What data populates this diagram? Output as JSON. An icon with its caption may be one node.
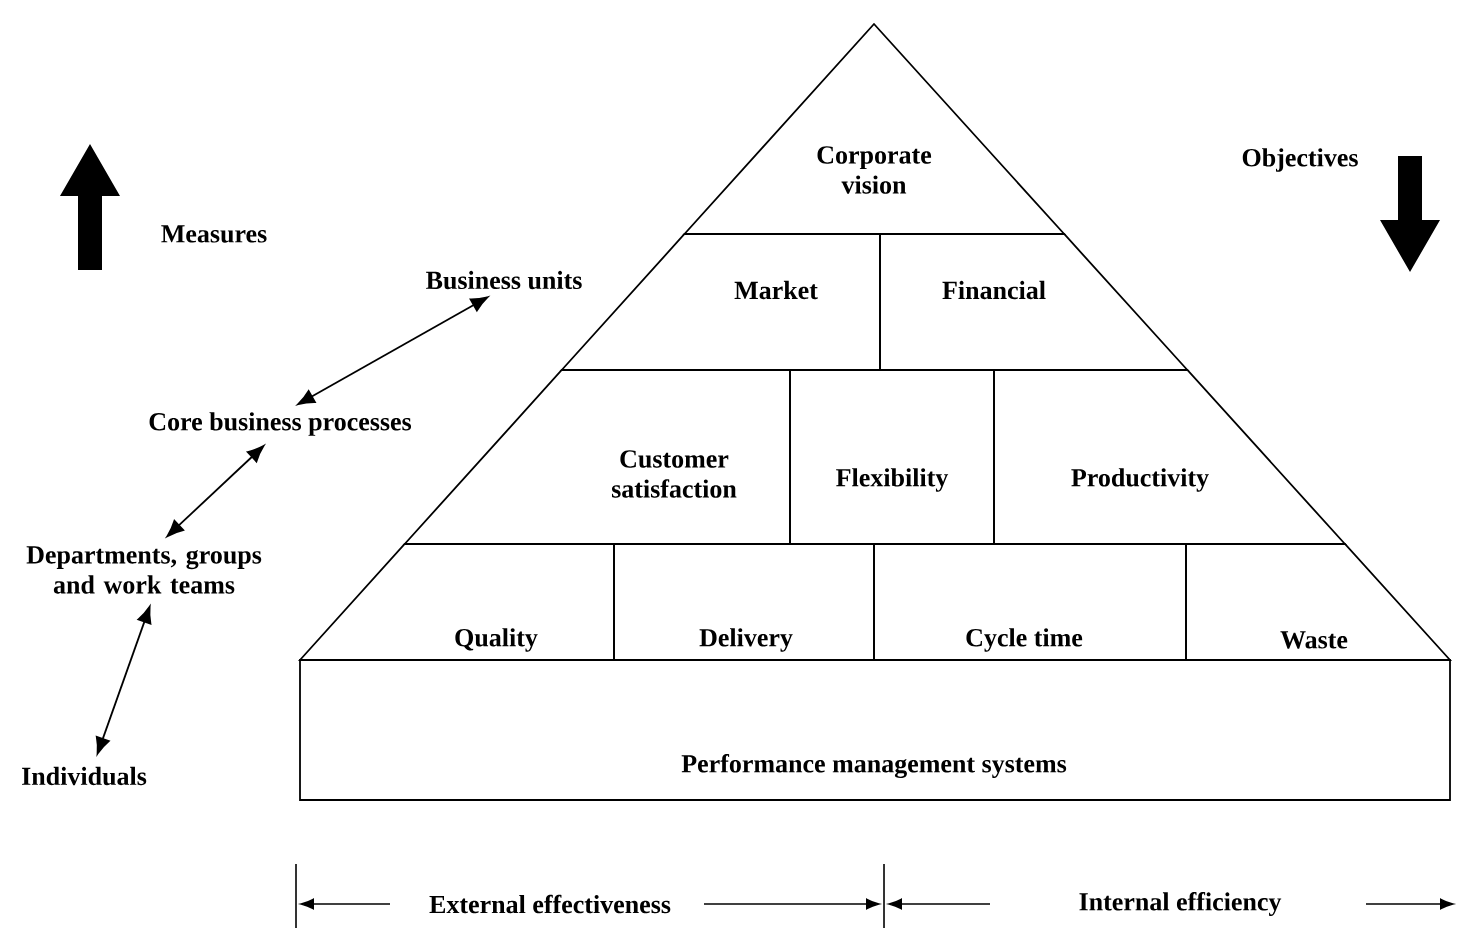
{
  "diagram": {
    "nodes": [
      {
        "text": [
          "Corporate vision"
        ]
      },
      {
        "text": [
          "Market"
        ]
      },
      {
        "text": [
          "Financial"
        ]
      },
      {
        "text": [
          "Customer satisfaction"
        ]
      },
      {
        "text": [
          "Flexibility"
        ]
      },
      {
        "text": [
          "Productivity"
        ]
      },
      {
        "text": [
          "Quality"
        ]
      },
      {
        "text": [
          "Delivery"
        ]
      },
      {
        "text": [
          "Cycle time"
        ]
      },
      {
        "text": [
          "Waste"
        ]
      },
      {
        "text": [
          "Performance management systems"
        ]
      },
      {
        "text": [
          "Business units"
        ]
      },
      {
        "text": [
          "Core business processes"
        ]
      },
      {
        "text": [
          "Departments, groups and work teams"
        ]
      },
      {
        "text": [
          "Individuals"
        ]
      }
    ],
    "edges": [
      {
        "from": 11,
        "to": 12,
        "arrow": "both"
      },
      {
        "from": 12,
        "to": 13,
        "arrow": "both"
      },
      {
        "from": 13,
        "to": 14,
        "arrow": "both"
      }
    ],
    "labels": [
      "Measures",
      "Objectives",
      "External effectiveness",
      "Internal efficiency"
    ]
  }
}
